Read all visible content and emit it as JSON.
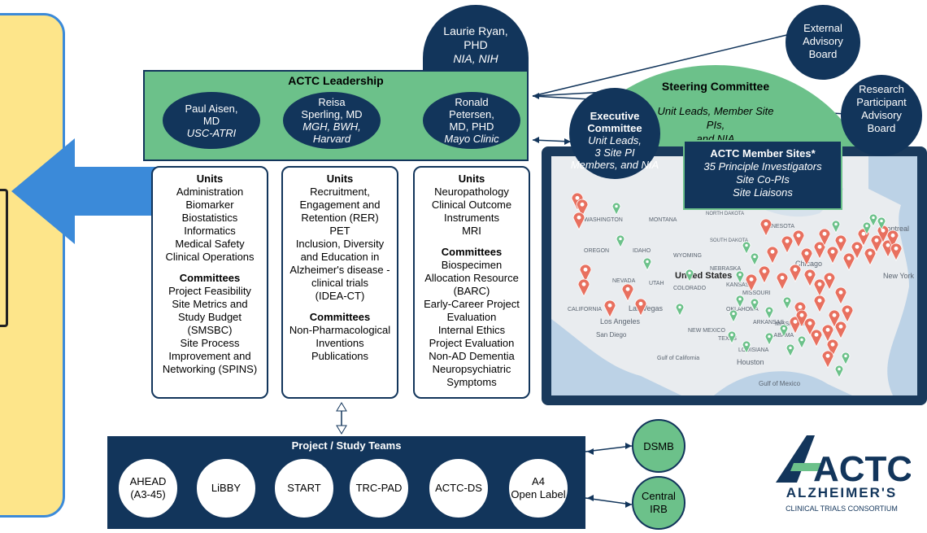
{
  "colors": {
    "navy": "#12355b",
    "green": "#6cc18a",
    "blue_arrow": "#3b8ad9",
    "yellow_panel": "#fde58a",
    "map_pin_red": "#e8705f",
    "map_pin_green": "#6cc18a"
  },
  "ryan": {
    "line1": "Laurie Ryan,",
    "line2": "PHD",
    "line3": "NIA, NIH"
  },
  "leadership": {
    "title": "ACTC Leadership",
    "leaders": [
      {
        "l1": "Paul Aisen,",
        "l2": "MD",
        "l3": "USC-ATRI"
      },
      {
        "l1": "Reisa",
        "l2": "Sperling, MD",
        "l3": "MGH, BWH,",
        "l4": "Harvard"
      },
      {
        "l1": "Ronald",
        "l2": "Petersen,",
        "l3": "MD, PHD",
        "l4": "Mayo Clinic"
      }
    ]
  },
  "units": [
    {
      "head": "Units",
      "lines": [
        "Administration",
        "Biomarker",
        "Biostatistics",
        "Informatics",
        "Medical Safety",
        "Clinical Operations"
      ],
      "committees_head": "Committees",
      "committees": [
        "Project Feasibility",
        "Site Metrics and",
        "Study Budget",
        "(SMSBC)",
        "Site Process",
        "Improvement and",
        "Networking (SPINS)"
      ]
    },
    {
      "head": "Units",
      "lines": [
        "Recruitment,",
        "Engagement and",
        "Retention (RER)",
        "PET",
        "Inclusion, Diversity",
        "and Education in",
        "Alzheimer's disease -",
        "clinical trials",
        "(IDEA-CT)"
      ],
      "committees_head": "Committees",
      "committees": [
        "Non-Pharmacological",
        "Inventions",
        "Publications"
      ]
    },
    {
      "head": "Units",
      "lines": [
        "Neuropathology",
        "Clinical Outcome",
        "Instruments",
        "MRI"
      ],
      "committees_head": "Committees",
      "committees": [
        "Biospecimen",
        "Allocation Resource",
        "(BARC)",
        "Early-Career Project",
        "Evaluation",
        "Internal Ethics",
        "Project Evaluation",
        "Non-AD Dementia",
        "Neuropsychiatric",
        "Symptoms"
      ]
    }
  ],
  "steering": {
    "title": "Steering Committee",
    "l1": "Unit Leads, Member Site PIs,",
    "l2": "and NIA"
  },
  "exec": {
    "l1": "Executive",
    "l2": "Committee",
    "l3": "Unit Leads,",
    "l4": "3 Site PI",
    "l5": "Members, and NIA"
  },
  "external": {
    "l1": "External",
    "l2": "Advisory",
    "l3": "Board"
  },
  "rpab": {
    "l1": "Research",
    "l2": "Participant",
    "l3": "Advisory",
    "l4": "Board"
  },
  "member_sites": {
    "title": "ACTC Member Sites*",
    "l1": "35 Principle Investigators",
    "l2": "Site Co-PIs",
    "l3": "Site Liaisons"
  },
  "map_labels": [
    "WASHINGTON",
    "MONTANA",
    "NORTH DAKOTA",
    "MINNESOTA",
    "OREGON",
    "IDAHO",
    "WYOMING",
    "SOUTH DAKOTA",
    "NEBRASKA",
    "NEVADA",
    "UTAH",
    "COLORADO",
    "United States",
    "KANSAS",
    "MISSOURI",
    "CALIFORNIA",
    "Las Vegas",
    "Los Angeles",
    "San Diego",
    "NEW MEXICO",
    "OKLAHOMA",
    "ARKANSAS",
    "MISSISSIPPI",
    "ALABAMA",
    "TEXAS",
    "LOUISIANA",
    "Houston",
    "Gulf of California",
    "Gulf of Mexico",
    "Chicago",
    "New York",
    "Montreal"
  ],
  "teams": {
    "title": "Project / Study Teams",
    "items": [
      {
        "l1": "AHEAD",
        "l2": "(A3-45)"
      },
      {
        "l1": "LiBBY",
        "l2": ""
      },
      {
        "l1": "START",
        "l2": ""
      },
      {
        "l1": "TRC-PAD",
        "l2": ""
      },
      {
        "l1": "ACTC-DS",
        "l2": ""
      },
      {
        "l1": "A4",
        "l2": "Open Label"
      }
    ]
  },
  "dsmb": "DSMB",
  "irb": {
    "l1": "Central",
    "l2": "IRB"
  },
  "logo": {
    "mark": "ACTC",
    "word": "ALZHEIMER'S",
    "sub": "CLINICAL TRIALS CONSORTIUM"
  }
}
